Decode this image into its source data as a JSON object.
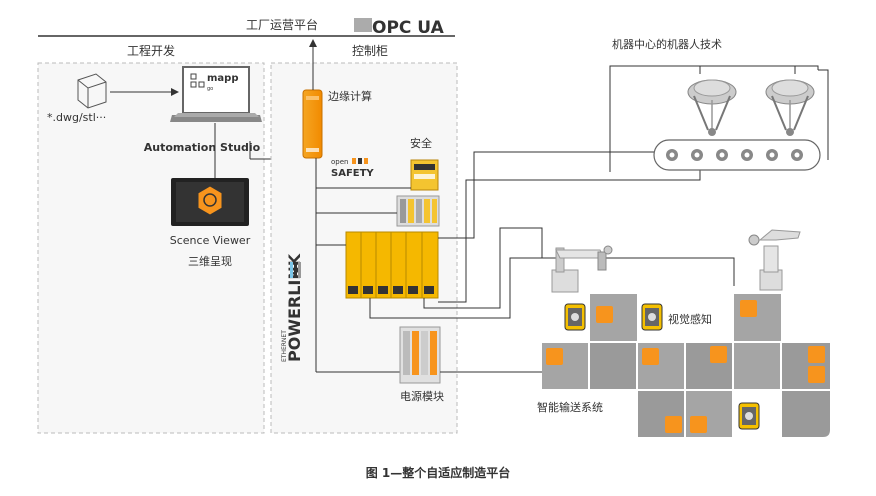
{
  "top_bar": {
    "platform_label": "工厂运营平台",
    "opcua_label": "OPC UA"
  },
  "engineering": {
    "section_label": "工程开发",
    "file_label": "*.dwg/stl···",
    "mapp_label": "mapp",
    "automation_studio_label": "Automation Studio",
    "scene_viewer_label": "Scence Viewer",
    "scene_viewer_sub": "三维呈现"
  },
  "cabinet": {
    "section_label": "控制柜",
    "edge_label": "边缘计算",
    "safety_label": "安全",
    "open_safety_top": "open",
    "open_safety_bottom": "SAFETY",
    "powerlink_small": "ETHERNET",
    "powerlink_big": "POWERLINK",
    "power_label": "电源模块"
  },
  "robot_center": {
    "label": "机器中心的机器人技术"
  },
  "vision": {
    "label": "视觉感知"
  },
  "conveyor": {
    "label": "智能输送系统"
  },
  "caption": "图 1—整个自适应制造平台",
  "colors": {
    "accent_orange": "#f7941d",
    "line": "#333333",
    "grid_gray": "#9a9a9a",
    "dashed_box": "#bbbbbb"
  }
}
